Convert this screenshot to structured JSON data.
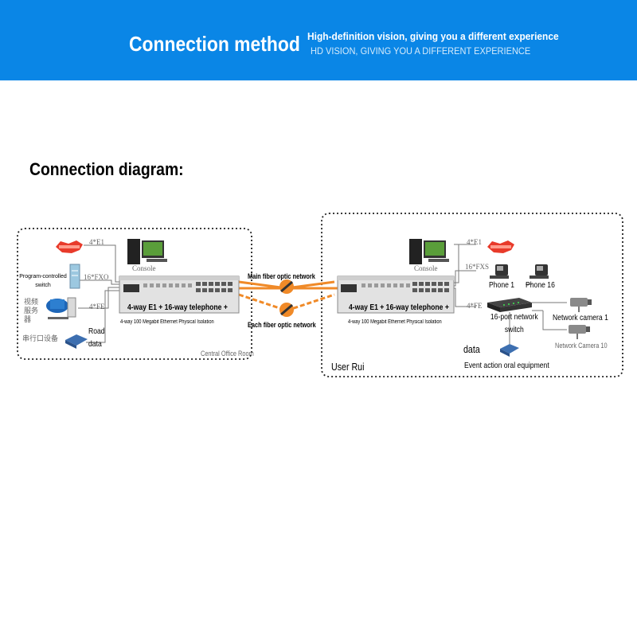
{
  "header": {
    "title": "Connection method",
    "subtitle": "High-definition vision, giving you a different experience",
    "subtitle_en": "HD VISION, GIVING YOU A DIFFERENT EXPERIENCE",
    "bg_color": "#0a86e6"
  },
  "heading": "Connection diagram:",
  "diagram": {
    "left": {
      "region_label": "Central Office Room",
      "ports": {
        "e1": "4*E1",
        "fxo": "16*FXO",
        "fe": "4*FE"
      },
      "console": "Console",
      "switch": "Program-controlled switch",
      "server": "视频服务器",
      "serial": "串行口设备",
      "road_data": "Road data",
      "device_line1": "4-way E1 + 16-way telephone +",
      "device_line2": "4-way 100 Megabit Ethernet Physical Isolation"
    },
    "links": {
      "main": "Main fiber optic network",
      "each": "Each fiber optic network",
      "color": "#f08a28"
    },
    "right": {
      "region_label": "User Rui",
      "ports": {
        "e1": "4*E1",
        "fxs": "16*FXS",
        "fe": "4*FE"
      },
      "console": "Console",
      "phone1": "Phone 1",
      "phone16": "Phone 16",
      "switch": "16-port network switch",
      "camera1": "Network camera 1",
      "camera10": "Network Camera 10",
      "data": "data",
      "event": "Event action oral equipment",
      "device_line1": "4-way E1 + 16-way telephone +",
      "device_line2": "4-way 100 Megabit Ethernet Physical Isolation"
    }
  }
}
